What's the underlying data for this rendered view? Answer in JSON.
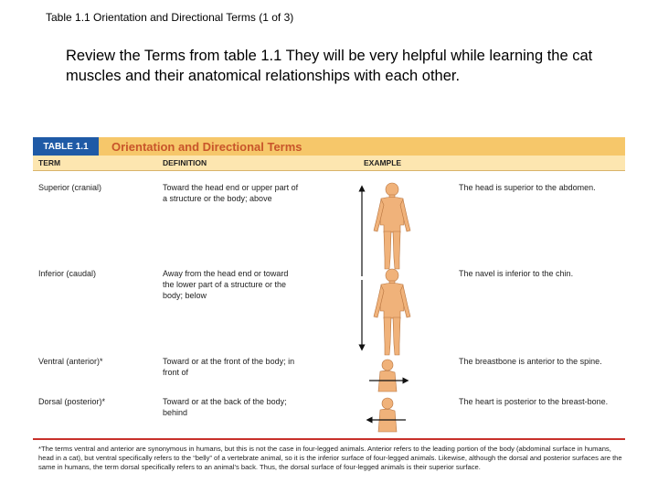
{
  "slide": {
    "title": "Table 1.1  Orientation and Directional Terms (1 of 3)",
    "intro": "Review the Terms from table 1.1   They will be very helpful while learning the cat muscles and their anatomical relationships with each other."
  },
  "table": {
    "badge": "TABLE 1.1",
    "title": "Orientation and Directional Terms",
    "columns": [
      "TERM",
      "DEFINITION",
      "EXAMPLE"
    ],
    "rows": [
      {
        "term": "Superior (cranial)",
        "definition": "Toward the head end or upper part of a structure or the body; above",
        "example": "The head is superior to the abdomen."
      },
      {
        "term": "Inferior (caudal)",
        "definition": "Away from the head end or toward the lower part of a structure or the body; below",
        "example": "The navel is inferior to the chin."
      },
      {
        "term": "Ventral (anterior)*",
        "definition": "Toward or at the front of the body; in front of",
        "example": "The breastbone is anterior to the spine."
      },
      {
        "term": "Dorsal (posterior)*",
        "definition": "Toward or at the back of the body; behind",
        "example": "The heart is posterior to the breast-bone."
      }
    ],
    "footnote": "*The terms ventral and anterior are synonymous in humans, but this is not the case in four-legged animals. Anterior refers to the leading portion of the body (abdominal surface in humans, head in a cat), but ventral specifically refers to the “belly” of a vertebrate animal, so it is the inferior surface of four-legged animals. Likewise, although the dorsal and posterior surfaces are the same in humans, the term dorsal specifically refers to an animal’s back. Thus, the dorsal surface of four-legged animals is their superior surface."
  },
  "colors": {
    "header_band": "#f6c76a",
    "badge": "#1f5aa6",
    "title": "#c8552a",
    "skin": "#f0b27a",
    "rule": "#c8302a"
  },
  "icons": [
    "human-figure-icon",
    "arrow-up-icon",
    "arrow-down-icon",
    "arrow-right-icon",
    "arrow-left-icon",
    "torso-profile-icon"
  ]
}
